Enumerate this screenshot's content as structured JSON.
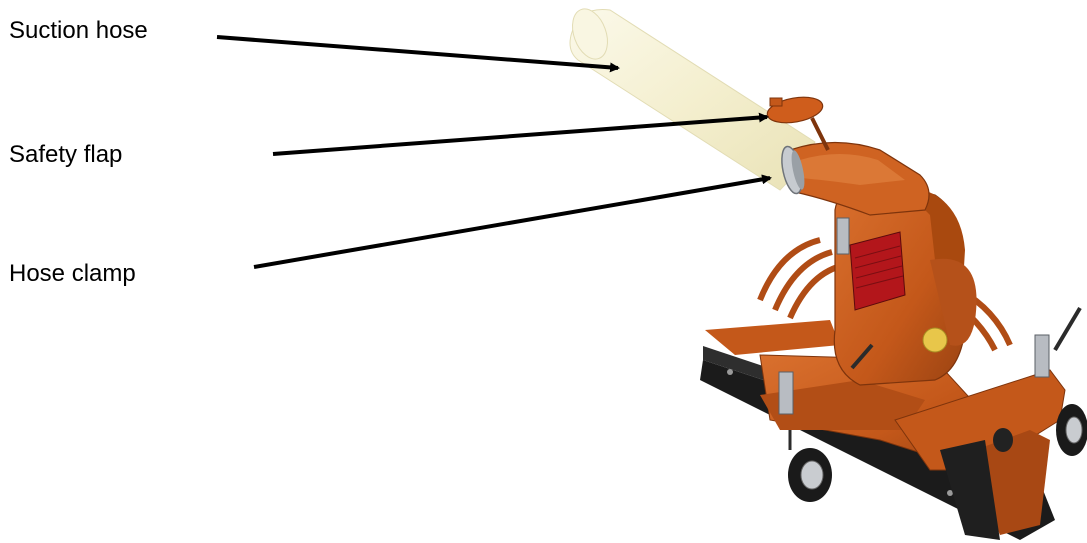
{
  "labels": {
    "suction_hose": "Suction hose",
    "safety_flap": "Safety flap",
    "hose_clamp": "Hose clamp"
  },
  "colors": {
    "machine_body": "#c4581a",
    "machine_shadow": "#8e3c10",
    "machine_highlight": "#de7a38",
    "hose": "#f3efcf",
    "hose_outline": "#ddd8b0",
    "plate_red": "#b3161b",
    "base_black": "#1b1b1b",
    "metal": "#b8bcc2",
    "arrow": "#000000"
  }
}
